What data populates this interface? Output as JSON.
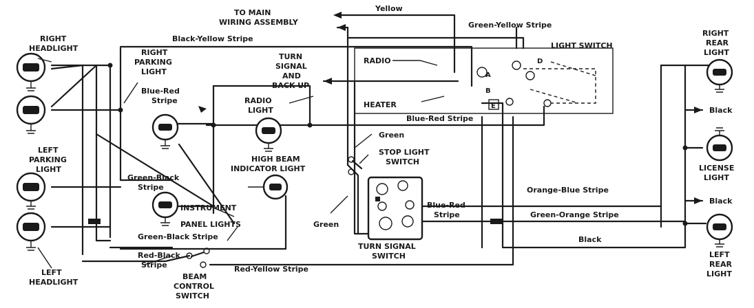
{
  "labels": {
    "to_main_1": "TO MAIN",
    "to_main_2": "WIRING ASSEMBLY",
    "yellow": "Yellow",
    "green_yellow_stripe": "Green-Yellow Stripe",
    "light_switch": "LIGHT SWITCH",
    "black_yellow_stripe": "Black-Yellow Stripe",
    "right_headlight_1": "RIGHT",
    "right_headlight_2": "HEADLIGHT",
    "right_parking_1": "RIGHT",
    "right_parking_2": "PARKING",
    "right_parking_3": "LIGHT",
    "turn_signal_1": "TURN",
    "turn_signal_2": "SIGNAL",
    "turn_signal_3": "AND",
    "turn_signal_4": "BACK-UP",
    "radio": "RADIO",
    "heater": "HEATER",
    "blue_red_stripe_1": "Blue-Red",
    "blue_red_stripe_1b": "Stripe",
    "radio_light_1": "RADIO",
    "radio_light_2": "LIGHT",
    "blue_red_stripe_2": "Blue-Red Stripe",
    "green": "Green",
    "stop_light_1": "STOP LIGHT",
    "stop_light_2": "SWITCH",
    "high_beam_1": "HIGH BEAM",
    "high_beam_2": "INDICATOR LIGHT",
    "left_parking_1": "LEFT",
    "left_parking_2": "PARKING",
    "left_parking_3": "LIGHT",
    "green_black_1": "Green-Black",
    "green_black_1b": "Stripe",
    "instrument_1": "INSTRUMENT",
    "instrument_2": "PANEL LIGHTS",
    "green_black_2": "Green-Black Stripe",
    "red_black_1": "Red-Black",
    "red_black_1b": "Stripe",
    "red_yellow": "Red-Yellow Stripe",
    "left_headlight_1": "LEFT",
    "left_headlight_2": "HEADLIGHT",
    "beam_control_1": "BEAM",
    "beam_control_2": "CONTROL",
    "beam_control_3": "SWITCH",
    "green_2": "Green",
    "turn_switch_1": "TURN SIGNAL",
    "turn_switch_2": "SWITCH",
    "blue_red_stripe_3": "Blue-Red",
    "blue_red_stripe_3b": "Stripe",
    "orange_blue": "Orange-Blue Stripe",
    "green_orange": "Green-Orange Stripe",
    "black_1": "Black",
    "black_2": "Black",
    "black_3": "Black",
    "right_rear_1": "RIGHT",
    "right_rear_2": "REAR",
    "right_rear_3": "LIGHT",
    "license_1": "LICENSE",
    "license_2": "LIGHT",
    "left_rear_1": "LEFT",
    "left_rear_2": "REAR",
    "left_rear_3": "LIGHT",
    "switch_a": "A",
    "switch_b": "B",
    "switch_d": "D",
    "switch_e": "E"
  }
}
